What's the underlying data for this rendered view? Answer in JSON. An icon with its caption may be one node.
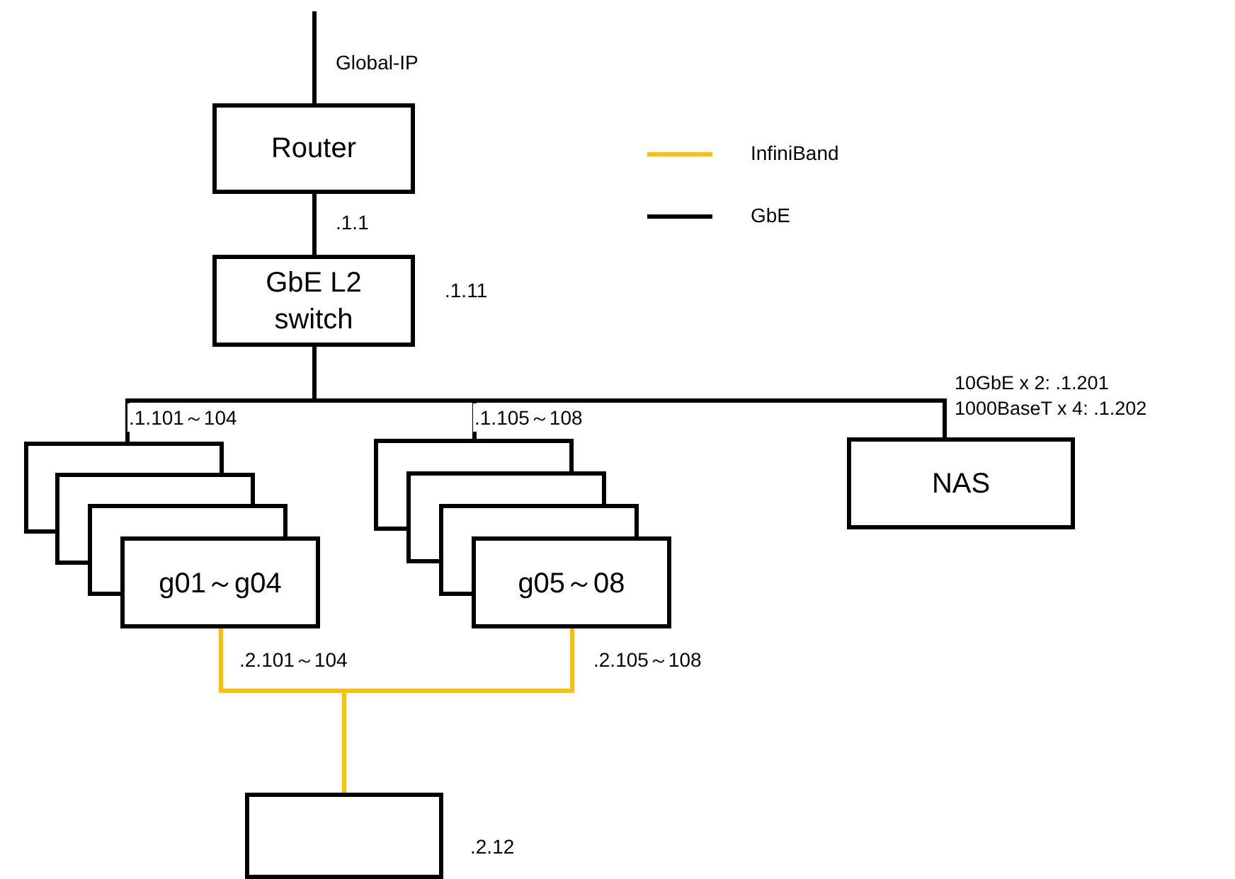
{
  "diagram": {
    "nodes": [
      {
        "text": [
          "Router"
        ]
      },
      {
        "text": [
          "GbE L2 switch"
        ],
        "beside": [
          ".1.11"
        ]
      },
      {
        "text": [
          "g01～g04"
        ]
      },
      {
        "text": [
          "g05～08"
        ]
      },
      {
        "text": [
          "NAS"
        ]
      },
      {
        "text": [],
        "shape": "box"
      }
    ],
    "edges": [
      {
        "from": null,
        "to": 0,
        "arrow": "none",
        "label": "Global-IP"
      },
      {
        "from": 0,
        "to": 1,
        "arrow": "none",
        "label": ".1.1"
      },
      {
        "from": 1,
        "to": 2,
        "arrow": "none",
        "label": ".1.101～104"
      },
      {
        "from": 1,
        "to": 3,
        "arrow": "none",
        "label": ".1.105～108"
      },
      {
        "from": 1,
        "to": 4,
        "arrow": "none",
        "label": "10GbE x 2: .1.201 1000BaseT x 4: .1.202"
      },
      {
        "from": 2,
        "to": 5,
        "arrow": "none",
        "label": ".2.101～104",
        "color": "#ffc000"
      },
      {
        "from": 3,
        "to": 5,
        "arrow": "none",
        "label": ".2.105～108",
        "color": "#ffc000"
      }
    ],
    "labels": [
      ".2.12"
    ],
    "legend": [
      {
        "text": "InfiniBand"
      },
      {
        "text": "GbE"
      }
    ]
  }
}
